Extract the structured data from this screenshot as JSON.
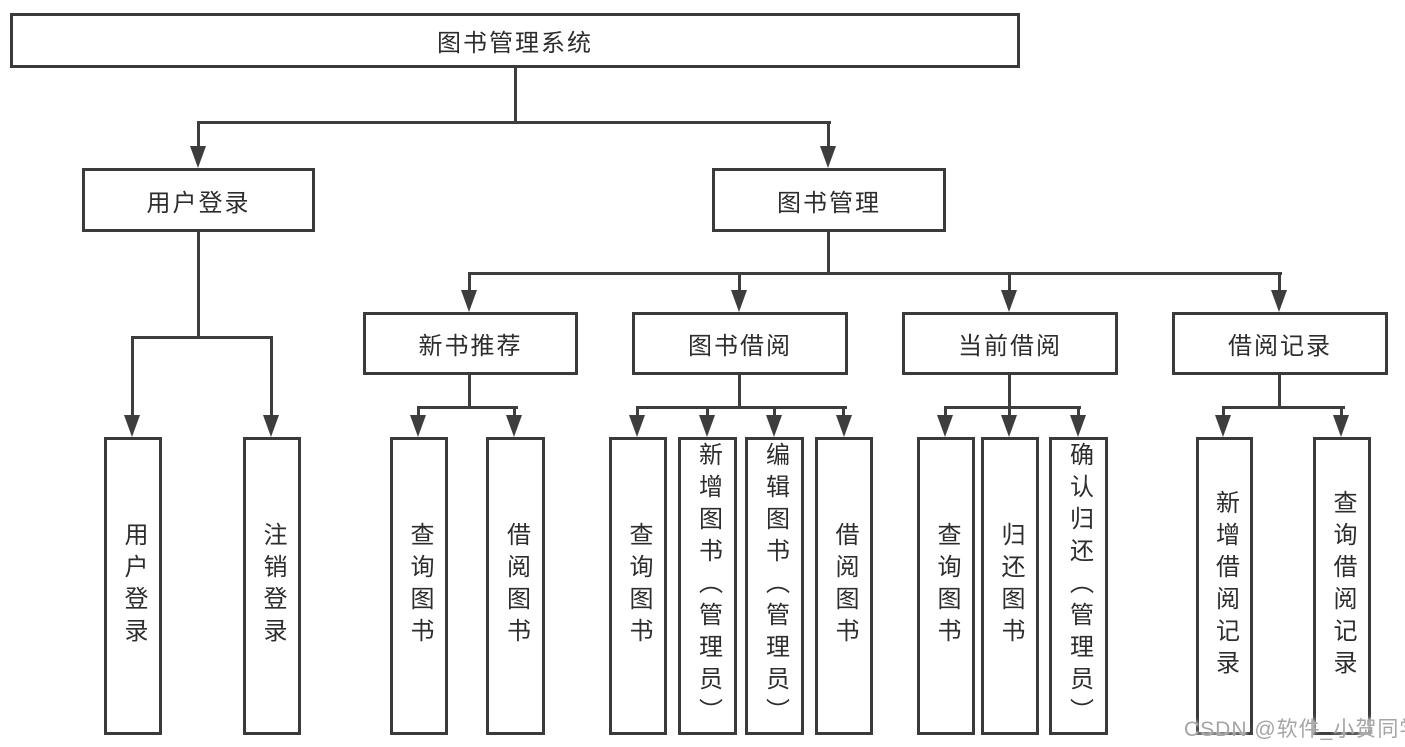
{
  "diagram": {
    "title": "图书管理系统",
    "watermark": "CSDN @软件_小贺同学",
    "colors": {
      "line": "#3d3d3d",
      "border": "#3a3a3a",
      "text": "#2d2d2d",
      "background": "#ffffff",
      "watermark": "#a5a5a5"
    }
  },
  "nodes": [
    {
      "id": "root",
      "label": "图书管理系统",
      "level": 1,
      "parent": null
    },
    {
      "id": "user-login",
      "label": "用户登录",
      "level": 2,
      "parent": "root"
    },
    {
      "id": "book-mgmt",
      "label": "图书管理",
      "level": 2,
      "parent": "root"
    },
    {
      "id": "new-book-rec",
      "label": "新书推荐",
      "level": 3,
      "parent": "book-mgmt"
    },
    {
      "id": "book-borrow",
      "label": "图书借阅",
      "level": 3,
      "parent": "book-mgmt"
    },
    {
      "id": "current-borrow",
      "label": "当前借阅",
      "level": 3,
      "parent": "book-mgmt"
    },
    {
      "id": "borrow-records",
      "label": "借阅记录",
      "level": 3,
      "parent": "book-mgmt"
    },
    {
      "id": "login",
      "label": "用户登录",
      "level": 4,
      "parent": "user-login"
    },
    {
      "id": "logout",
      "label": "注销登录",
      "level": 4,
      "parent": "user-login"
    },
    {
      "id": "query-book-a",
      "label": "查询图书",
      "level": 4,
      "parent": "new-book-rec"
    },
    {
      "id": "borrow-book-a",
      "label": "借阅图书",
      "level": 4,
      "parent": "new-book-rec"
    },
    {
      "id": "query-book-b",
      "label": "查询图书",
      "level": 4,
      "parent": "book-borrow"
    },
    {
      "id": "add-book-admin",
      "label": "新增图书（管理员）",
      "level": 4,
      "parent": "book-borrow"
    },
    {
      "id": "edit-book-admin",
      "label": "编辑图书（管理员）",
      "level": 4,
      "parent": "book-borrow"
    },
    {
      "id": "borrow-book-b",
      "label": "借阅图书",
      "level": 4,
      "parent": "book-borrow"
    },
    {
      "id": "query-book-c",
      "label": "查询图书",
      "level": 4,
      "parent": "current-borrow"
    },
    {
      "id": "return-book",
      "label": "归还图书",
      "level": 4,
      "parent": "current-borrow"
    },
    {
      "id": "confirm-return-admin",
      "label": "确认归还（管理员）",
      "level": 4,
      "parent": "current-borrow"
    },
    {
      "id": "add-borrow-record",
      "label": "新增借阅记录",
      "level": 4,
      "parent": "borrow-records"
    },
    {
      "id": "query-borrow-record",
      "label": "查询借阅记录",
      "level": 4,
      "parent": "borrow-records"
    }
  ]
}
